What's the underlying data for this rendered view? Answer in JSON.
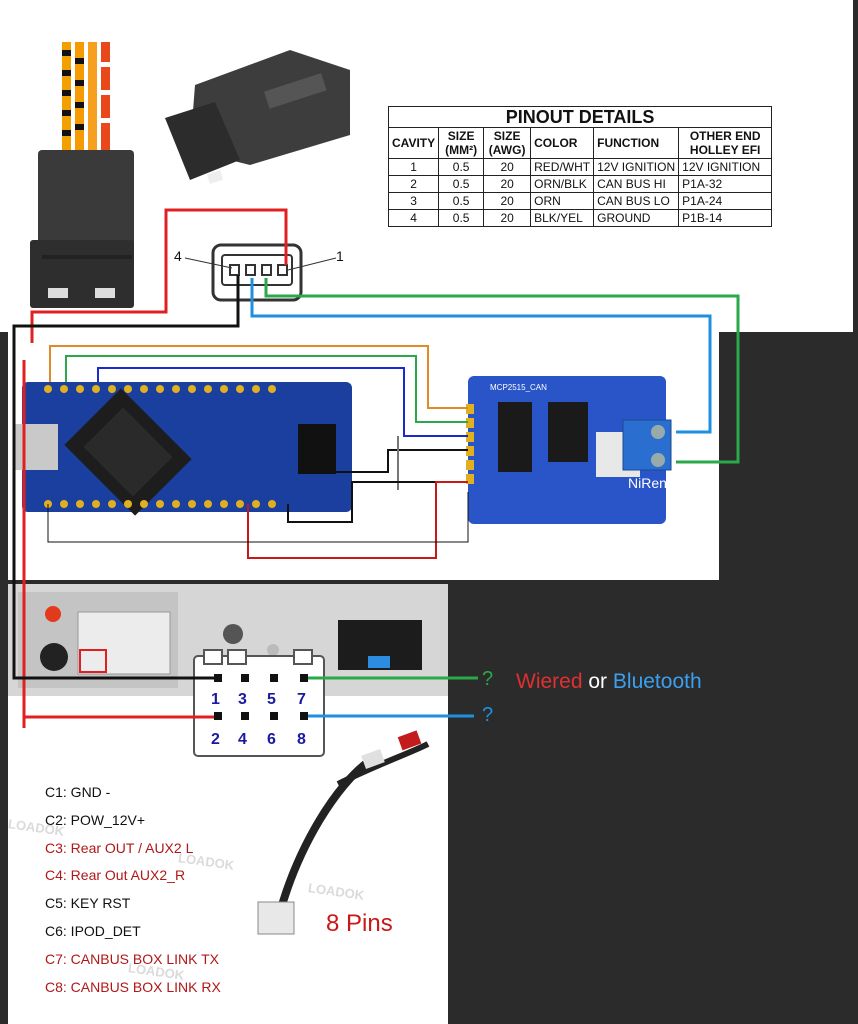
{
  "table": {
    "title": "PINOUT DETAILS",
    "headers": [
      "CAVITY",
      "SIZE (MM²)",
      "SIZE (AWG)",
      "COLOR",
      "FUNCTION",
      "OTHER END HOLLEY EFI"
    ],
    "rows": [
      [
        "1",
        "0.5",
        "20",
        "RED/WHT",
        "12V IGNITION",
        "12V IGNITION"
      ],
      [
        "2",
        "0.5",
        "20",
        "ORN/BLK",
        "CAN BUS HI",
        "P1A-32"
      ],
      [
        "3",
        "0.5",
        "20",
        "ORN",
        "CAN BUS LO",
        "P1A-24"
      ],
      [
        "4",
        "0.5",
        "20",
        "BLK/YEL",
        "GROUND",
        "P1B-14"
      ]
    ]
  },
  "connector_labels": {
    "left": "4",
    "right": "1"
  },
  "module": {
    "chip": "MCP2515_CAN",
    "brand": "NiRen"
  },
  "question_green": "?",
  "question_blue": "?",
  "choice": {
    "wired": "Wiered",
    "or": "or",
    "bluetooth": "Bluetooth"
  },
  "pins_top": [
    "1",
    "3",
    "5",
    "7"
  ],
  "pins_bottom": [
    "2",
    "4",
    "6",
    "8"
  ],
  "pin_legend": [
    {
      "text": "C1: GND -",
      "color": "#111111"
    },
    {
      "text": "C2: POW_12V+",
      "color": "#111111"
    },
    {
      "text": "C3: Rear OUT / AUX2 L",
      "color": "#b01818"
    },
    {
      "text": "C4: Rear Out AUX2_R",
      "color": "#b01818"
    },
    {
      "text": "C5:  KEY RST",
      "color": "#111111"
    },
    {
      "text": "C6: IPOD_DET",
      "color": "#111111"
    },
    {
      "text": "C7: CANBUS BOX LINK TX",
      "color": "#b01818"
    },
    {
      "text": "C8: CANBUS BOX LINK RX",
      "color": "#b01818"
    }
  ],
  "pins_count": "8 Pins",
  "watermark": "LOADOK",
  "colors": {
    "red": "#e02020",
    "green": "#2aa84a",
    "blue": "#1e90e0",
    "orange": "#e08a2a",
    "black": "#111111",
    "board_blue": "#1b3f9e",
    "can_blue": "#2a55c9"
  }
}
